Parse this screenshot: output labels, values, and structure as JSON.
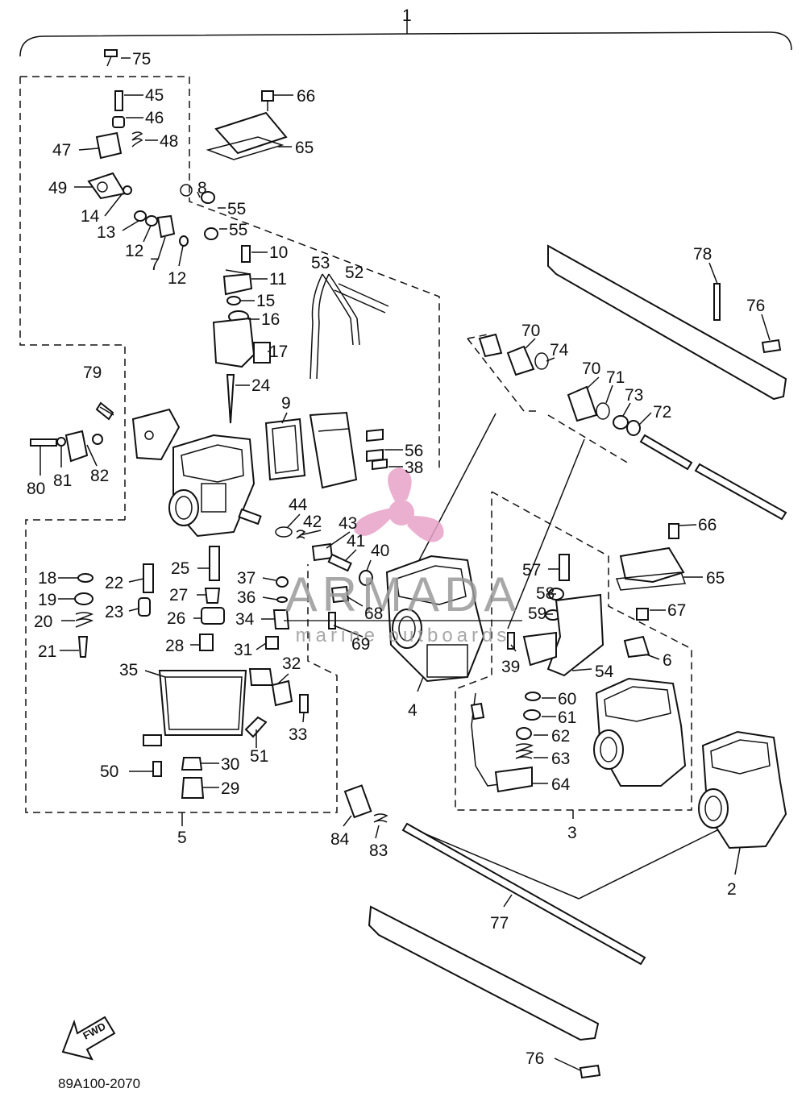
{
  "diagram_code": "89A100-2070",
  "fwd_label": "FWD",
  "watermark": {
    "brand": "ARMADA",
    "tagline": "marine outboards",
    "color": "#e8a2c8"
  },
  "labels": {
    "top": "1",
    "n2": "2",
    "n3": "3",
    "n4": "4",
    "n5": "5",
    "n6": "6",
    "n7": "7",
    "n8": "8",
    "n9": "9",
    "n10": "10",
    "n11": "11",
    "n12a": "12",
    "n12b": "12",
    "n13": "13",
    "n14": "14",
    "n15": "15",
    "n16": "16",
    "n17": "17",
    "n18": "18",
    "n19": "19",
    "n20": "20",
    "n21": "21",
    "n22": "22",
    "n23": "23",
    "n24": "24",
    "n25": "25",
    "n26": "26",
    "n27": "27",
    "n28": "28",
    "n29": "29",
    "n30": "30",
    "n31": "31",
    "n32": "32",
    "n33": "33",
    "n34": "34",
    "n35": "35",
    "n36": "36",
    "n37": "37",
    "n38": "38",
    "n39": "39",
    "n40": "40",
    "n41": "41",
    "n42": "42",
    "n43": "43",
    "n44": "44",
    "n45": "45",
    "n46": "46",
    "n47": "47",
    "n48": "48",
    "n49": "49",
    "n50": "50",
    "n51": "51",
    "n52": "52",
    "n53": "53",
    "n54": "54",
    "n55a": "55",
    "n55b": "55",
    "n56": "56",
    "n57": "57",
    "n58": "58",
    "n59": "59",
    "n60": "60",
    "n61": "61",
    "n62": "62",
    "n63": "63",
    "n64": "64",
    "n65a": "65",
    "n65b": "65",
    "n66a": "66",
    "n66b": "66",
    "n67": "67",
    "n68": "68",
    "n69": "69",
    "n70a": "70",
    "n70b": "70",
    "n71": "71",
    "n72": "72",
    "n73": "73",
    "n74": "74",
    "n75": "75",
    "n76a": "76",
    "n76b": "76",
    "n77": "77",
    "n78": "78",
    "n79": "79",
    "n80": "80",
    "n81": "81",
    "n82": "82",
    "n83": "83",
    "n84": "84"
  }
}
